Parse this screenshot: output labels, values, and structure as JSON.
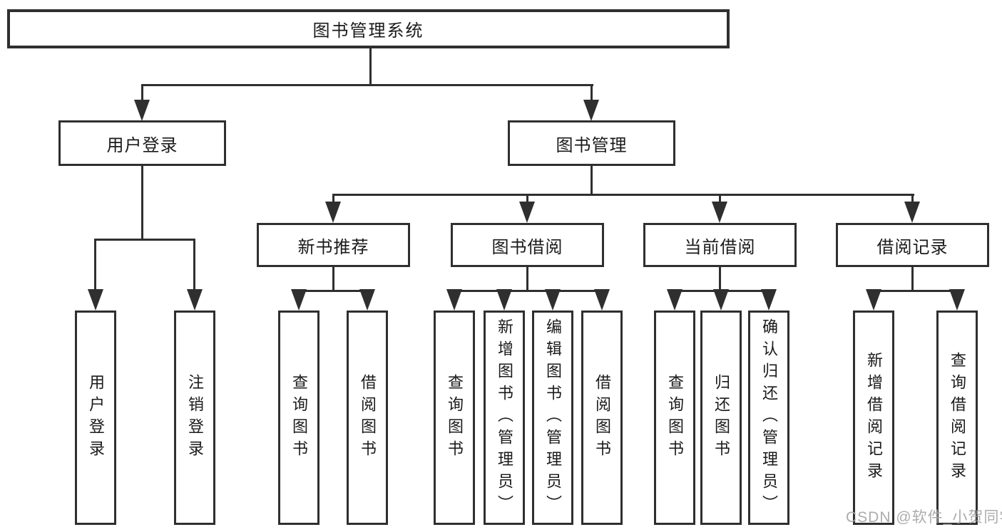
{
  "diagram_title": "图书管理系统",
  "tree": {
    "root": {
      "label": "图书管理系统"
    },
    "branches": [
      {
        "label": "用户登录",
        "children": [
          {
            "label": "用户登录"
          },
          {
            "label": "注销登录"
          }
        ]
      },
      {
        "label": "图书管理",
        "children": [
          {
            "label": "新书推荐",
            "children": [
              {
                "label": "查询图书"
              },
              {
                "label": "借阅图书"
              }
            ]
          },
          {
            "label": "图书借阅",
            "children": [
              {
                "label": "查询图书"
              },
              {
                "label": "新增图书（管理员）"
              },
              {
                "label": "编辑图书（管理员）"
              },
              {
                "label": "借阅图书"
              }
            ]
          },
          {
            "label": "当前借阅",
            "children": [
              {
                "label": "查询图书"
              },
              {
                "label": "归还图书"
              },
              {
                "label": "确认归还（管理员）"
              }
            ]
          },
          {
            "label": "借阅记录",
            "children": [
              {
                "label": "新增借阅记录"
              },
              {
                "label": "查询借阅记录"
              }
            ]
          }
        ]
      }
    ]
  },
  "watermark": {
    "text": "CSDN @软件_小贺同学"
  },
  "colors": {
    "line": "#2f2f2f",
    "box_border": "#2f2f2f",
    "text": "#1a1a1a",
    "watermark": "#a8a8a8",
    "background": "#ffffff"
  }
}
